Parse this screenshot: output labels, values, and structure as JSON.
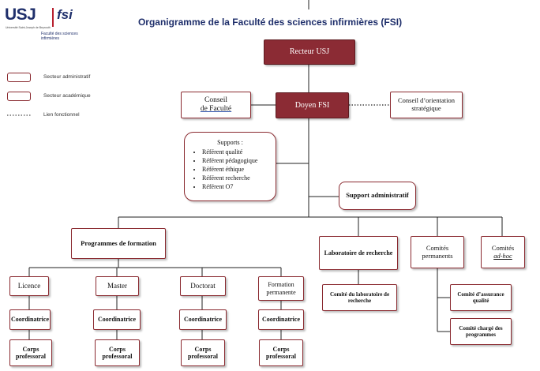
{
  "title": "Organigramme de la Faculté des sciences infirmières (FSI)",
  "logo": {
    "usj": "USJ",
    "fsi": "fsi",
    "small_text": "Université Saint-Joseph de Beyrouth",
    "faculty": "Faculté des sciences infirmières"
  },
  "legend": {
    "admin": "Secteur administratif",
    "academic": "Secteur académique",
    "link": "Lien fonctionnel"
  },
  "nodes": {
    "recteur": "Recteur USJ",
    "doyen": "Doyen FSI",
    "conseil_line1": "Conseil",
    "conseil_line2": "de Faculté",
    "orientation_line1": "Conseil d’orientation",
    "orientation_line2": "stratégique",
    "supports_title": "Supports :",
    "supports_items": [
      "Référent qualité",
      "Référent pédagogique",
      "Référent éthique",
      "Référent recherche",
      "Référent O7"
    ],
    "support_admin": "Support administratif",
    "programmes": "Programmes de formation",
    "laboratoire": "Laboratoire de recherche",
    "comites_permanents_1": "Comités",
    "comites_permanents_2": "permanents",
    "comites_adhoc_1": "Comités",
    "comites_adhoc_2": "ad-hoc",
    "licence": "Licence",
    "master": "Master",
    "doctorat": "Doctorat",
    "formation_1": "Formation",
    "formation_2": "permanente",
    "coordinatrice": "Coordinatrice",
    "corps_1": "Corps",
    "corps_2": "professoral",
    "comite_labo_1": "Comité du laboratoire de",
    "comite_labo_2": "recherche",
    "comite_assurance_1": "Comité d’assurance",
    "comite_assurance_2": "qualité",
    "comite_programmes_1": "Comité chargé des",
    "comite_programmes_2": "programmes"
  }
}
